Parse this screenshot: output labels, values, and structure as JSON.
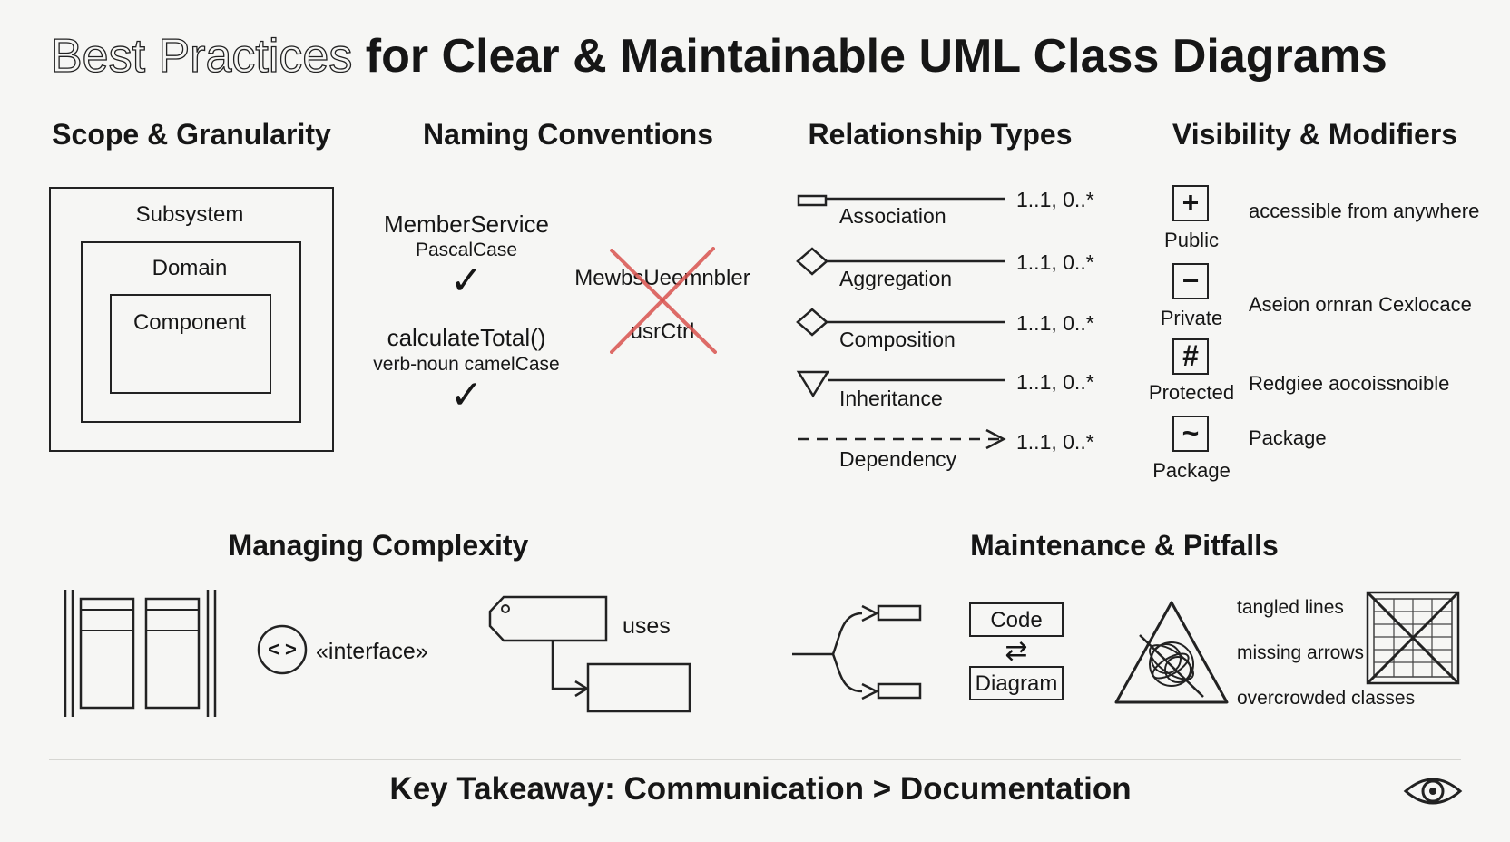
{
  "title": {
    "outline": "Best Practices",
    "bold": "for Clear & Maintainable UML Class Diagrams"
  },
  "scope": {
    "heading": "Scope & Granularity",
    "subsystem": "Subsystem",
    "domain": "Domain",
    "component": "Component"
  },
  "naming": {
    "heading": "Naming Conventions",
    "good1_name": "MemberService",
    "good1_rule": "PascalCase",
    "good2_name": "calculateTotal()",
    "good2_rule": "verb-noun camelCase",
    "check_mark": "✓",
    "bad1": "MewbsUeemnbler",
    "bad2": "usrCtrl"
  },
  "relationships": {
    "heading": "Relationship Types",
    "items": [
      {
        "label": "Association",
        "mult": "1..1, 0..*"
      },
      {
        "label": "Aggregation",
        "mult": "1..1, 0..*"
      },
      {
        "label": "Composition",
        "mult": "1..1, 0..*"
      },
      {
        "label": "Inheritance",
        "mult": "1..1, 0..*"
      },
      {
        "label": "Dependency",
        "mult": "1..1, 0..*"
      }
    ]
  },
  "visibility": {
    "heading": "Visibility & Modifiers",
    "items": [
      {
        "symbol": "+",
        "label": "Public",
        "desc": "accessible from anywhere"
      },
      {
        "symbol": "−",
        "label": "Private",
        "desc": "Aseion ornran Cexlocace"
      },
      {
        "symbol": "#",
        "label": "Protected",
        "desc": "Redgiee aocoissnoible"
      },
      {
        "symbol": "~",
        "label": "Package",
        "desc": "Package"
      }
    ]
  },
  "complexity": {
    "heading": "Managing Complexity",
    "interface_label": "«interface»",
    "uses_label": "uses",
    "interface_icon_text": "< >"
  },
  "maintenance": {
    "heading": "Maintenance & Pitfalls",
    "code_label": "Code",
    "diagram_label": "Diagram",
    "sync_arrows": "⇄",
    "pitfalls": [
      "tangled lines",
      "missing arrows",
      "overcrowded classes"
    ]
  },
  "footer": {
    "takeaway": "Key Takeaway: Communication > Documentation"
  },
  "colors": {
    "ink": "#161616",
    "cross_red": "#d9534f",
    "background": "#f6f6f4"
  },
  "icons": [
    "check-icon",
    "cross-icon",
    "plus-icon",
    "minus-icon",
    "hash-icon",
    "tilde-icon",
    "interface-icon",
    "eye-icon",
    "warning-triangle-icon",
    "crossed-grid-icon"
  ]
}
